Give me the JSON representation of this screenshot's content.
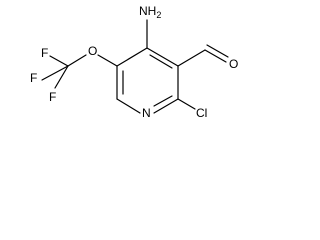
{
  "molecule": {
    "atom_labels": {
      "amino": "NH2",
      "ring_nitrogen": "N",
      "chlorine": "Cl",
      "aldehyde_oxygen": "O",
      "ether_oxygen": "O",
      "fluorine_1": "F",
      "fluorine_2": "F",
      "fluorine_3": "F"
    }
  }
}
